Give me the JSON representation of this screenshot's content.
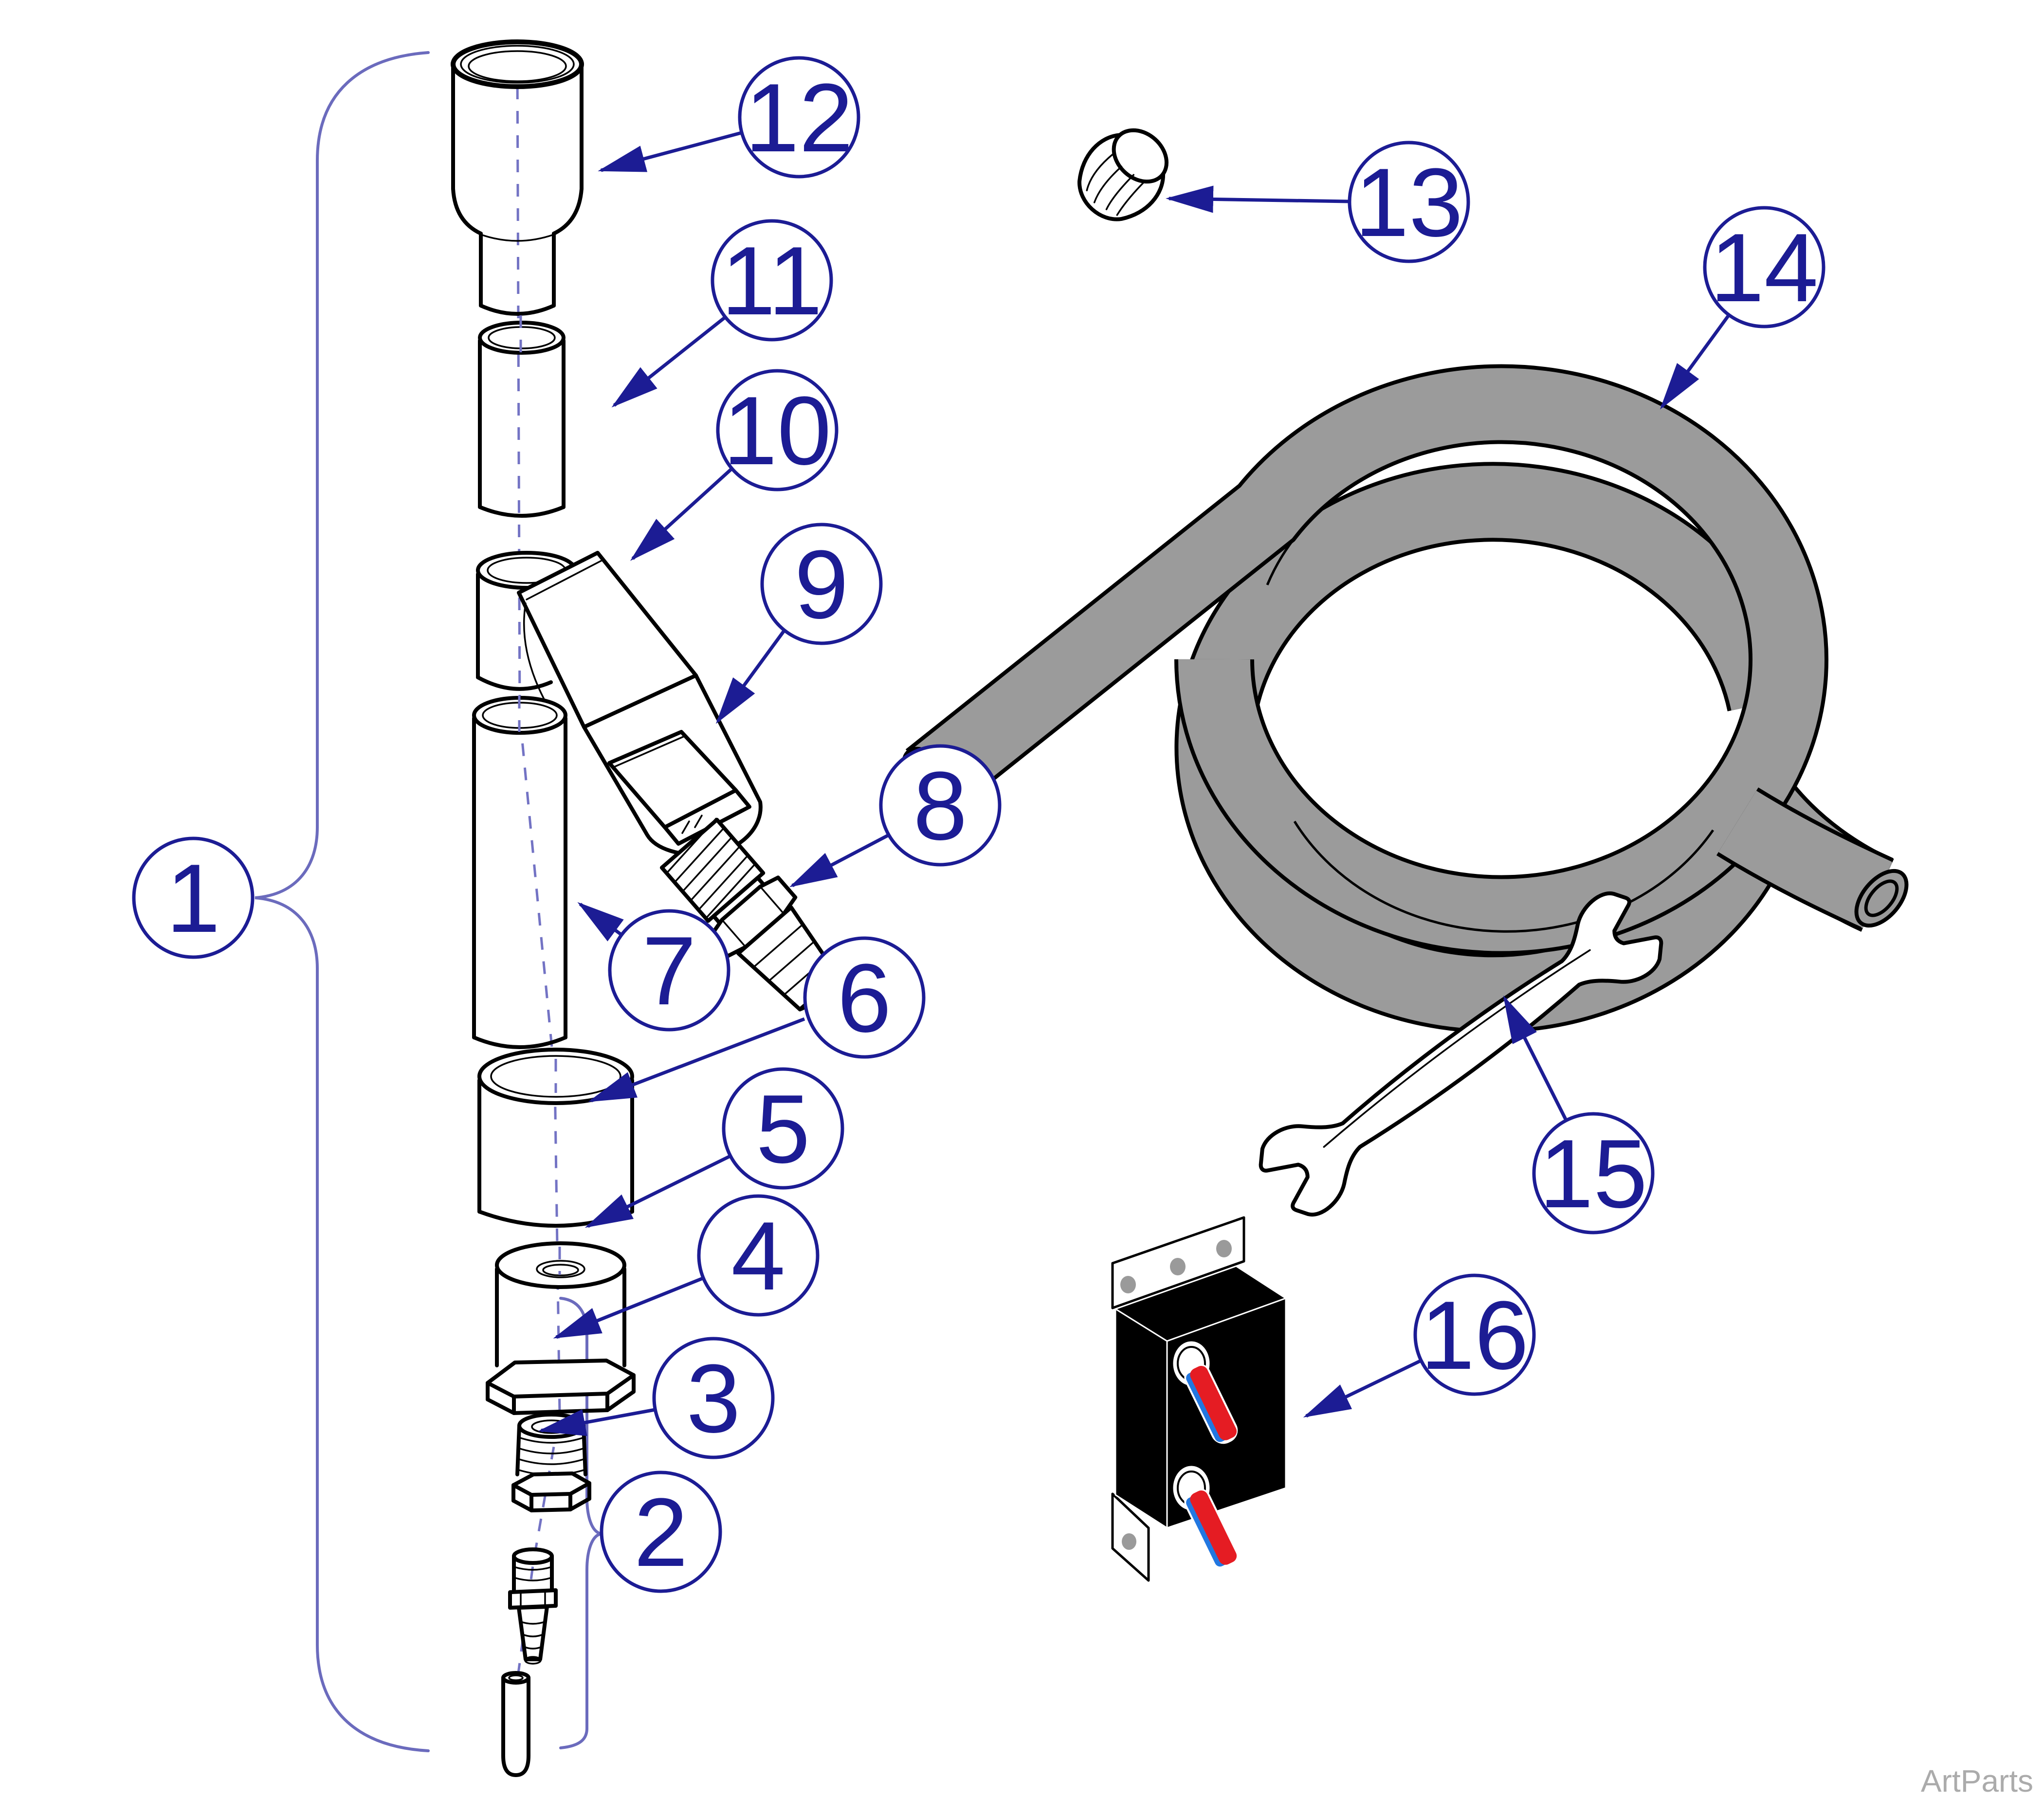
{
  "diagram": {
    "type": "exploded-parts-diagram",
    "watermark": "ArtParts",
    "colors": {
      "callout_navy": "#1c1c94",
      "brace_blue": "#6b6bbd",
      "dash_blue": "#7373c4",
      "part_outline": "#000000",
      "hose_gray": "#9b9b9b",
      "box_black": "#000000",
      "lever_red": "#e51c23",
      "lever_blue": "#2277e0",
      "screw_hole_gray": "#9a9a9a",
      "watermark_gray": "#ababab",
      "background": "#ffffff"
    },
    "callouts": [
      {
        "label": "1"
      },
      {
        "label": "2"
      },
      {
        "label": "3"
      },
      {
        "label": "4"
      },
      {
        "label": "5"
      },
      {
        "label": "6"
      },
      {
        "label": "7"
      },
      {
        "label": "8"
      },
      {
        "label": "9"
      },
      {
        "label": "10"
      },
      {
        "label": "11"
      },
      {
        "label": "12"
      },
      {
        "label": "13"
      },
      {
        "label": "14"
      },
      {
        "label": "15"
      },
      {
        "label": "16"
      }
    ]
  }
}
